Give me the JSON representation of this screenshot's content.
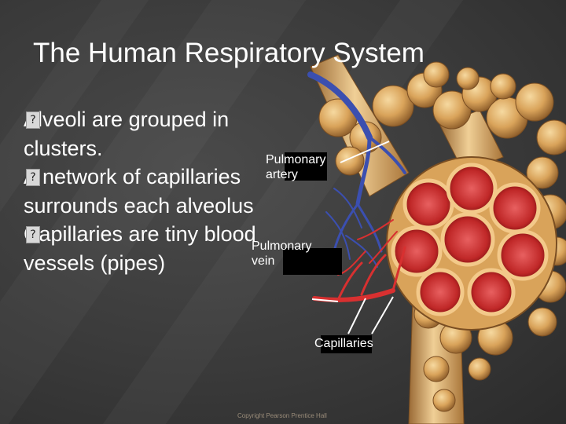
{
  "slide": {
    "title": "The Human Respiratory System",
    "bullet_marker": "?",
    "bullets": [
      "Alveoli are grouped in clusters.",
      "A network of capillaries surrounds each alveolus",
      "Capillaries are tiny blood vessels (pipes)"
    ]
  },
  "illustration": {
    "labels": {
      "pulmonary_artery": [
        "Pulmonary",
        "artery"
      ],
      "pulmonary_vein": [
        "Pulmonary",
        "vein"
      ],
      "capillaries": "Capillaries"
    },
    "copyright": "Copyright Pearson Prentice Hall"
  },
  "colors": {
    "background": "#3a3a3a",
    "text": "#ffffff",
    "alveolus": "#d9a35a",
    "alveolus_interior": "#c22a2a",
    "artery": "#3b4fb0",
    "vein": "#d83030"
  }
}
